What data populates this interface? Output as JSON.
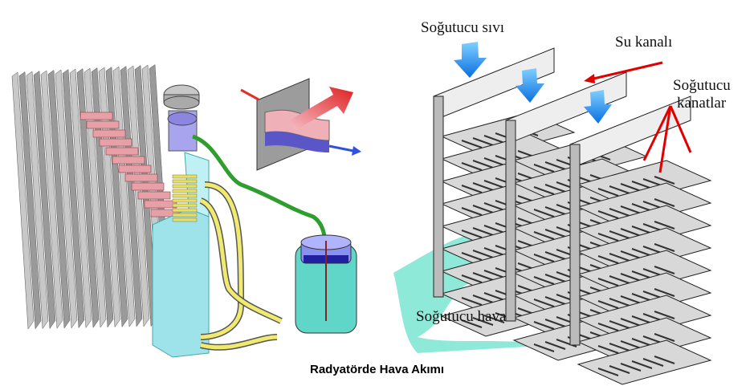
{
  "labels": {
    "coolant_liquid": "Soğutucu sıvı",
    "water_channel": "Su kanalı",
    "cooling_fins_line1": "Soğutucu",
    "cooling_fins_line2": "kanatlar",
    "cooling_air": "Soğutucu hava"
  },
  "caption": "Radyatörde Hava Akımı",
  "colors": {
    "coolant_arrow": "#1e90ff",
    "pointer_arrow": "#e00000",
    "air_flow": "#5fe0c8",
    "tank": "#9fe3ea",
    "fins_pink": "#e8a0a8",
    "hose_green": "#2e9e2e",
    "pipe_yellow": "#e8e060"
  }
}
